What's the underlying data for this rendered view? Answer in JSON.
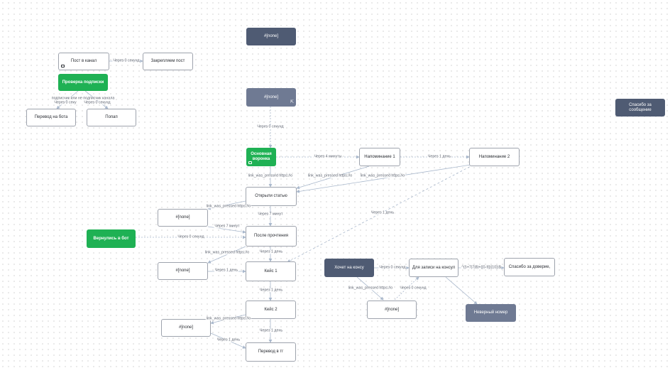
{
  "nodes": {
    "none_top": "#[none]",
    "post_channel": "Пост в канал",
    "pin_post": "Закрепляем пост",
    "check_sub": "Проверка подписки",
    "to_bot": "Перевод на бота",
    "popup": "Попап",
    "none_mid": "#[none]",
    "thanks_msg": "Спасибо за сообщение",
    "main_funnel": "Основная воронка",
    "reminder1": "Напоминание 1",
    "reminder2": "Напоминание 2",
    "opened_article": "Открыли статью",
    "none_left1": "#[none]",
    "returned": "Вернулись в бот",
    "after_read": "После прочтения",
    "none_left2": "#[none]",
    "case1": "Кейс 1",
    "case2": "Кейс 2",
    "none_left3": "#[none]",
    "to_tg": "Перевод в тг",
    "want_consult": "Хочет на консу",
    "for_consult": "Для записи на консул",
    "thanks_trust": "Спасибо за доверие,",
    "none_right": "#[none]",
    "bad_number": "Неверный номер"
  },
  "edge_labels": {
    "post_pin": "Через 0 секунд",
    "sub_q": "подписчик или не подписчик канала",
    "sub_to_bot": "Через 0 секу",
    "sub_popup": "Через 0 секунд",
    "mid_to_main": "Через 0 секунд",
    "main_rem1": "Через 4 минуты",
    "rem1_rem2": "Через 1 день",
    "main_open": "link_was_pressed https://o",
    "rem1_open": "link_was_pressed https://o",
    "rem2_open": "link_was_pressed https://o",
    "open_none1": "link_was_pressed https://o",
    "open_after": "Через 7 минут",
    "none1_after": "Через 7 минут",
    "returned_after": "Через 0 секунд",
    "rem2_case1": "Через 1 день",
    "after_none2": "link_was_pressed https://o",
    "after_case1": "Через 1 день",
    "none2_case1": "Через 1 день",
    "case1_case2": "Через 1 день",
    "case2_none3": "link_was_pressed https://o",
    "case2_tg": "Через 1 день",
    "none3_tg": "Через 1 день",
    "want_for": "Через 0 секунд",
    "regex": "^((\\+7|7|8)+([0-9]){10})$",
    "want_none": "link_was_pressed https://o",
    "none_for": "Через 0 секунд"
  },
  "icons": {
    "node_tag": "tag-icon",
    "open_link": "external-link-icon"
  },
  "colors": {
    "node_dark": "#4f5b73",
    "node_slate": "#6f7a93",
    "node_green": "#1fb154",
    "edge": "#a9b8cc",
    "edge_dashed": "#a9b8cc"
  }
}
